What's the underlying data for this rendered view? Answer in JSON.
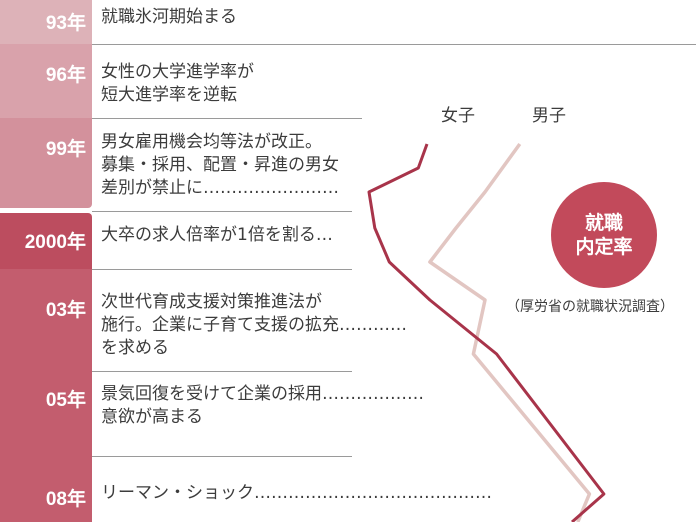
{
  "events": [
    {
      "year": "93年",
      "text": [
        "就職氷河期始まる"
      ],
      "tab_color": "#ddb2b8"
    },
    {
      "year": "96年",
      "text": [
        "女性の大学進学率が",
        "短大進学率を逆転"
      ],
      "tab_color": "#d9a2ab"
    },
    {
      "year": "99年",
      "text": [
        "男女雇用機会均等法が改正。",
        "募集・採用、配置・昇進の男女",
        "差別が禁止に……………………"
      ],
      "tab_color": "#d3919c"
    },
    {
      "year": "2000年",
      "text": [
        "大卒の求人倍率が1倍を割る…"
      ],
      "tab_color": "#bc4d5f"
    },
    {
      "year": "03年",
      "text": [
        "次世代育成支援対策推進法が",
        "施行。企業に子育て支援の拡充…………",
        "を求める"
      ],
      "tab_color": "#c35d6e"
    },
    {
      "year": "05年",
      "text": [
        "景気回復を受けて企業の採用………………",
        "意欲が高まる"
      ],
      "tab_color": "#c35d6e"
    },
    {
      "year": "08年",
      "text": [
        "リーマン・ショック……………………………………"
      ],
      "tab_color": "#c35d6e"
    }
  ],
  "badge": {
    "line1": "就職",
    "line2": "内定率"
  },
  "source": "（厚労省の就職状況調査）",
  "chart_data": {
    "type": "line",
    "orientation": "vertical-time",
    "x_scale": "relative",
    "series": [
      {
        "name": "女子",
        "color": "#a8344a",
        "points": [
          [
            0.96,
            0.3
          ],
          [
            0.98,
            0.27
          ],
          [
            0.99,
            0.1
          ],
          [
            1.0,
            0.12
          ],
          [
            2.0,
            0.17
          ],
          [
            2.03,
            0.31
          ],
          [
            2.05,
            0.54
          ],
          [
            2.08,
            0.91
          ],
          [
            2.1,
            0.8
          ]
        ]
      },
      {
        "name": "男子",
        "color": "#e2c6c2",
        "points": [
          [
            0.96,
            0.62
          ],
          [
            0.99,
            0.5
          ],
          [
            1.0,
            0.4
          ],
          [
            2.0,
            0.31
          ],
          [
            2.03,
            0.5
          ],
          [
            2.05,
            0.46
          ],
          [
            2.08,
            0.86
          ],
          [
            2.1,
            0.82
          ]
        ]
      }
    ],
    "title": "就職内定率",
    "source": "（厚労省の就職状況調査）"
  }
}
